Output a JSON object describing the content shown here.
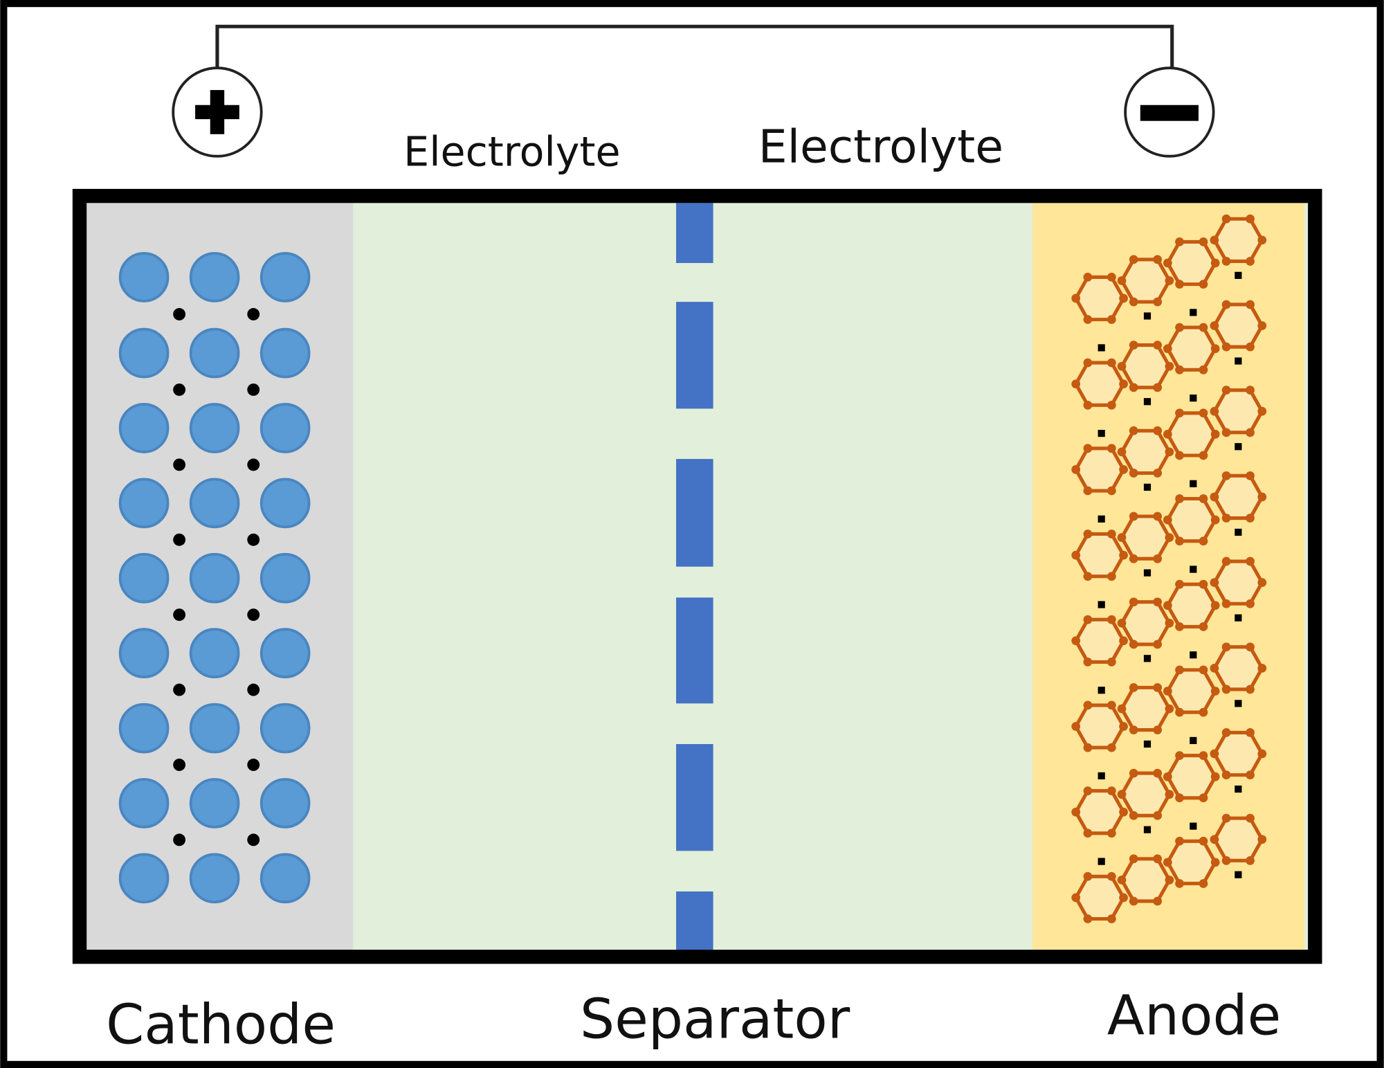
{
  "labels": {
    "electrolyte_left": "Electrolyte",
    "electrolyte_right": "Electrolyte",
    "cathode": "Cathode",
    "separator": "Separator",
    "anode": "Anode"
  },
  "terminals": {
    "positive_icon": "plus-icon",
    "negative_icon": "minus-icon"
  },
  "colors": {
    "cathode_bg": "#d9d9d9",
    "electrolyte_bg": "#e2efda",
    "anode_bg": "#ffe699",
    "separator": "#4472c4",
    "cathode_atom": "#5b9bd5",
    "graphite": "#c55a11",
    "ion": "#000000"
  }
}
